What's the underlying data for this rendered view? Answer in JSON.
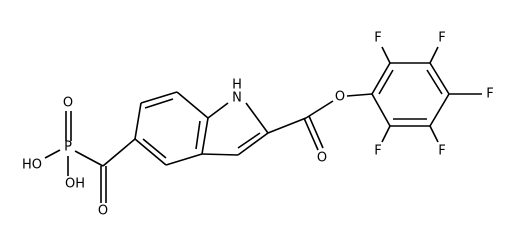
{
  "colors": {
    "background": "#ffffff",
    "bond": "#000000",
    "label": "#000000"
  },
  "atom_labels": {
    "nh": "H",
    "nh_n": "N",
    "o_p_top": "O",
    "p": "P",
    "oh_left": "HO",
    "oh_bottom": "OH",
    "o_acyl": "O",
    "o_ester_carbonyl": "O",
    "o_ester": "O",
    "f_top": "F",
    "f_top_right": "F",
    "f_right": "F",
    "f_bottom_right": "F",
    "f_bottom": "F"
  }
}
